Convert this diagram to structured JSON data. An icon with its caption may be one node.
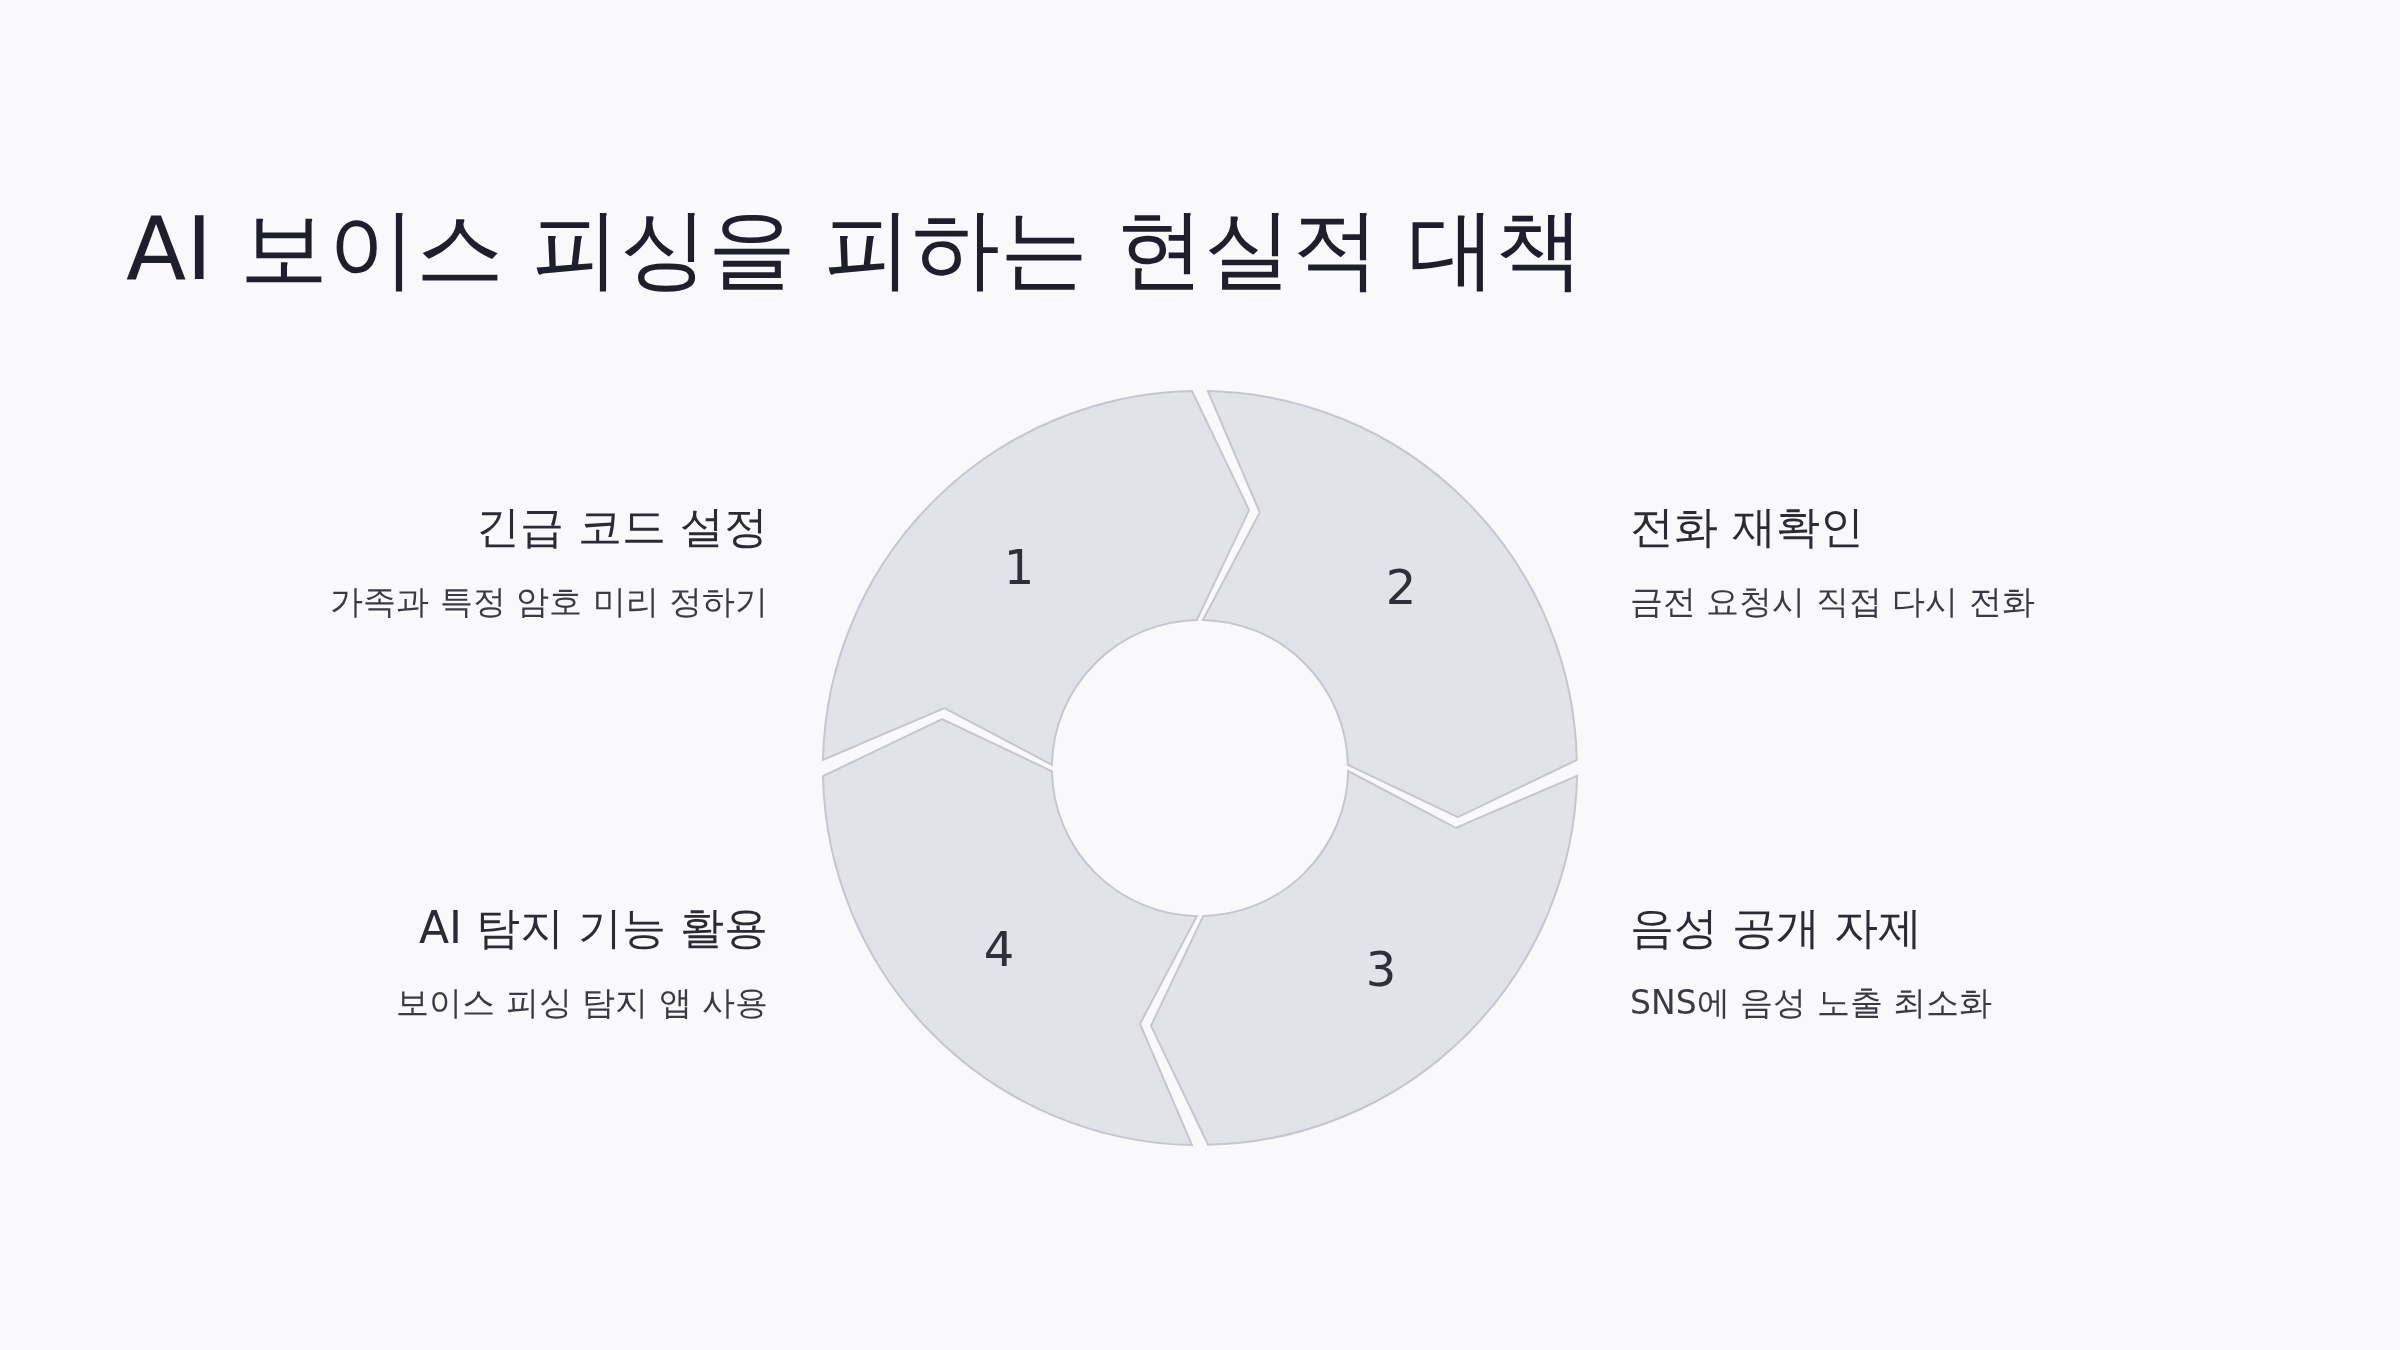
{
  "diagram": {
    "title": "AI 보이스 피싱을 피하는 현실적 대책",
    "nodes": [
      {
        "text": [
          "1"
        ],
        "beside": [
          "긴급 코드 설정",
          "가족과 특정 암호 미리 정하기"
        ]
      },
      {
        "text": [
          "2"
        ],
        "beside": [
          "전화 재확인",
          "금전 요청시 직접 다시 전화"
        ]
      },
      {
        "text": [
          "3"
        ],
        "beside": [
          "음성 공개 자제",
          "SNS에 음성 노출 최소화"
        ]
      },
      {
        "text": [
          "4"
        ],
        "beside": [
          "AI 탐지 기능 활용",
          "보이스 피싱 탐지 앱 사용"
        ]
      }
    ]
  }
}
